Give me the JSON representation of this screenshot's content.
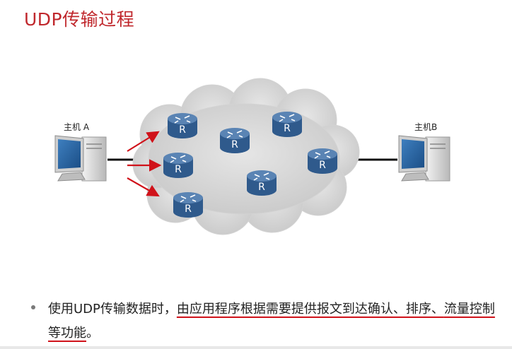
{
  "title": "UDP传输过程",
  "host_a_label": "主机 A",
  "host_b_label": "主机B",
  "router_glyph": "R",
  "colors": {
    "title": "#c0282d",
    "arrow": "#d0121a",
    "cloud": "#d8d8d8",
    "router_top": "#5a84b4",
    "router_body": "#2f5a8c",
    "underline": "#d0121a"
  },
  "icons": [
    "computer-icon",
    "router-icon",
    "network-cloud-icon",
    "arrow-icon"
  ],
  "bullet": {
    "prefix": "使用UDP传输数据时，",
    "highlight_1": "由应用程序根据需要提供报文到达确认、排序、",
    "highlight_2": "流量控制等功能",
    "suffix": "。"
  }
}
